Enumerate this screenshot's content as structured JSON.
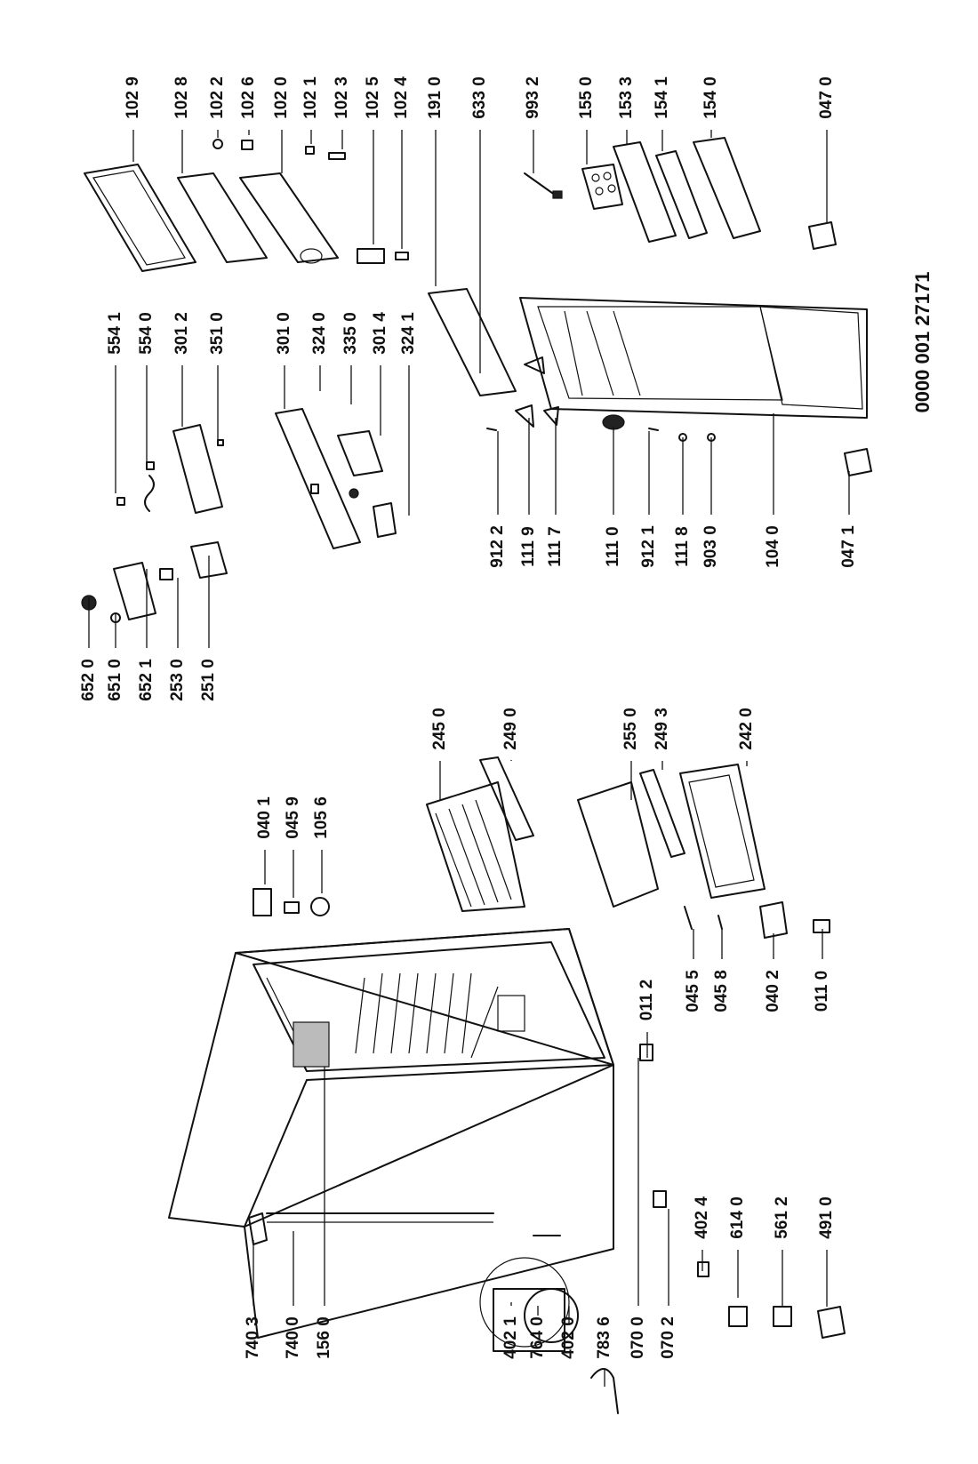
{
  "diagram": {
    "reference_number": "0000 001 27171",
    "labels": [
      "102 9",
      "102 8",
      "102 2",
      "102 6",
      "102 0",
      "102 1",
      "102 3",
      "102 5",
      "102 4",
      "191 0",
      "633 0",
      "993 2",
      "155 0",
      "153 3",
      "154 1",
      "154 0",
      "047 0",
      "554 1",
      "554 0",
      "301 2",
      "351 0",
      "301 0",
      "324 0",
      "335 0",
      "301 4",
      "324 1",
      "652 0",
      "651 0",
      "652 1",
      "253 0",
      "251 0",
      "912 2",
      "111 9",
      "111 7",
      "111 0",
      "912 1",
      "111 8",
      "903 0",
      "104 0",
      "047 1",
      "040 1",
      "045 9",
      "105 6",
      "245 0",
      "249 0",
      "255 0",
      "249 3",
      "242 0",
      "045 5",
      "045 8",
      "040 2",
      "011 0",
      "740 3",
      "740 0",
      "156 0",
      "402 1",
      "764 0",
      "402 0",
      "783 6",
      "070 0",
      "070 2",
      "011 2",
      "402 4",
      "614 0",
      "561 2",
      "491 0"
    ]
  }
}
